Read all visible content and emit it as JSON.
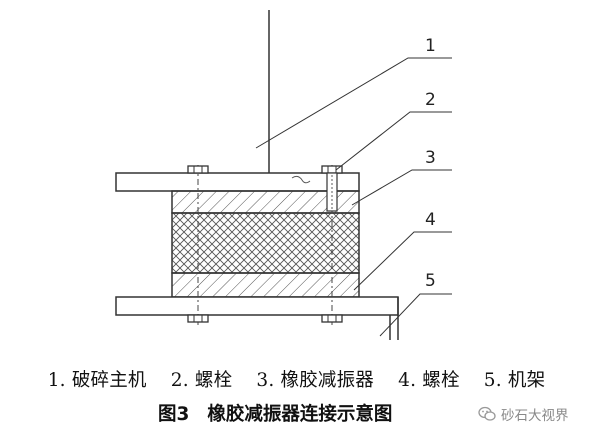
{
  "diagram": {
    "callouts": [
      "1",
      "2",
      "3",
      "4",
      "5"
    ],
    "legend": [
      "1. 破碎主机",
      "2. 螺栓",
      "3. 橡胶减振器",
      "4. 螺栓",
      "5. 机架"
    ],
    "caption_number": "图3",
    "caption_title": "橡胶减振器连接示意图"
  },
  "watermark": {
    "text": "砂石大视界",
    "icon": "wechat-icon"
  },
  "colors": {
    "line": "#333333",
    "text": "#111111",
    "watermark": "#888888"
  }
}
